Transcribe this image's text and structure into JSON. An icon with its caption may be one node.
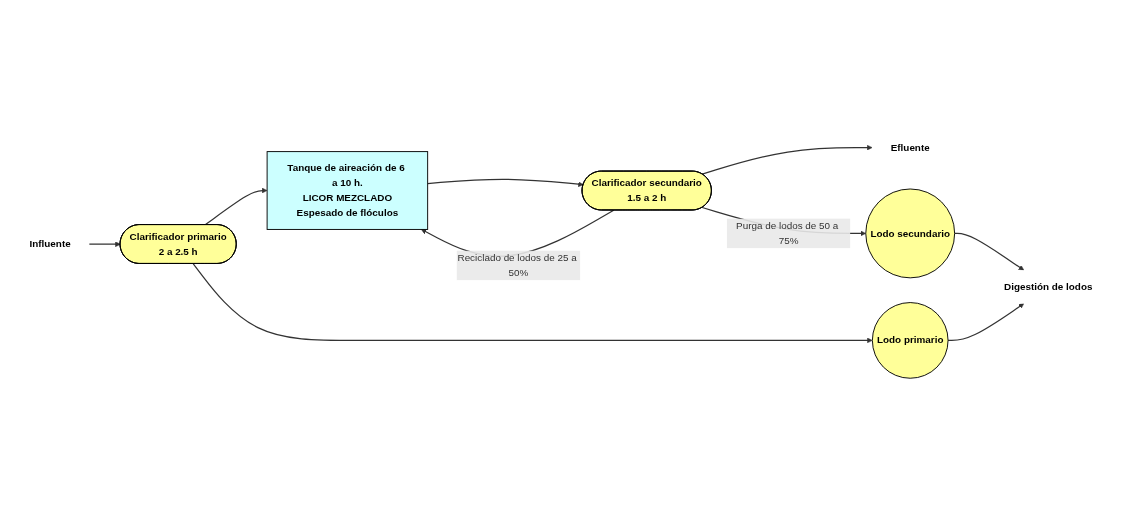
{
  "diagram": {
    "nodes": [
      {
        "text": [
          "Influente"
        ]
      },
      {
        "text": [
          "Clarificador primario",
          "2 a 2.5 h"
        ]
      },
      {
        "text": [
          "Tanque de aireación de 6 a 10 h.",
          "LICOR MEZCLADO",
          "Espesado de flóculos"
        ]
      },
      {
        "text": [
          "Clarificador secundario",
          "1.5 a 2 h"
        ]
      },
      {
        "text": [
          "Efluente"
        ]
      },
      {
        "text": [
          "Lodo primario"
        ]
      },
      {
        "text": [
          "Lodo secundario"
        ]
      },
      {
        "text": [
          "Digestión de lodos"
        ]
      }
    ],
    "edges": [
      {
        "from": 0,
        "to": 1,
        "arrow": "to"
      },
      {
        "from": 1,
        "to": 2,
        "arrow": "to"
      },
      {
        "from": 2,
        "to": 3,
        "arrow": "to"
      },
      {
        "from": 3,
        "to": 4,
        "arrow": "to"
      },
      {
        "from": 3,
        "to": 2,
        "arrow": "to",
        "label": "Reciclado de lodos de 25 a 50%"
      },
      {
        "from": 1,
        "to": 5,
        "arrow": "to"
      },
      {
        "from": 3,
        "to": 6,
        "arrow": "to",
        "label": "Purga de lodos de 50 a 75%"
      },
      {
        "from": 5,
        "to": 7,
        "arrow": "to"
      },
      {
        "from": 6,
        "to": 7,
        "arrow": "to"
      }
    ]
  }
}
